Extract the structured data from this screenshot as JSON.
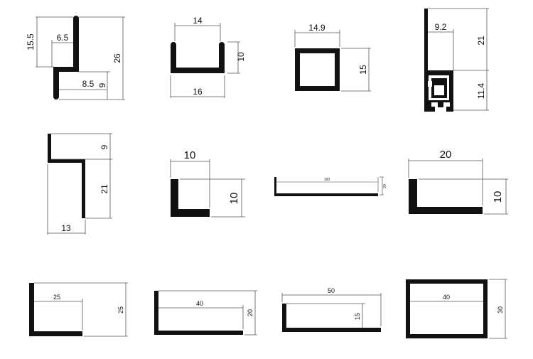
{
  "colors": {
    "profile": "#111111",
    "dimension": "#555555",
    "background": "#ffffff"
  },
  "profiles": [
    {
      "id": "p1",
      "dims": [
        "15.5",
        "6.5",
        "26",
        "8.5",
        "9"
      ]
    },
    {
      "id": "p2",
      "dims": [
        "14",
        "10",
        "16"
      ]
    },
    {
      "id": "p3",
      "dims": [
        "14.9",
        "15"
      ]
    },
    {
      "id": "p4",
      "dims": [
        "9.2",
        "21",
        "11.4"
      ]
    },
    {
      "id": "p5",
      "dims": [
        "9",
        "21",
        "13"
      ]
    },
    {
      "id": "p6",
      "dims": [
        "10",
        "10"
      ]
    },
    {
      "id": "p7",
      "dims": [
        "100",
        "20"
      ]
    },
    {
      "id": "p8",
      "dims": [
        "20",
        "10"
      ]
    },
    {
      "id": "p9",
      "dims": [
        "25",
        "25"
      ]
    },
    {
      "id": "p10",
      "dims": [
        "40",
        "20"
      ]
    },
    {
      "id": "p11",
      "dims": [
        "50",
        "15"
      ]
    },
    {
      "id": "p12",
      "dims": [
        "40",
        "30"
      ]
    }
  ]
}
